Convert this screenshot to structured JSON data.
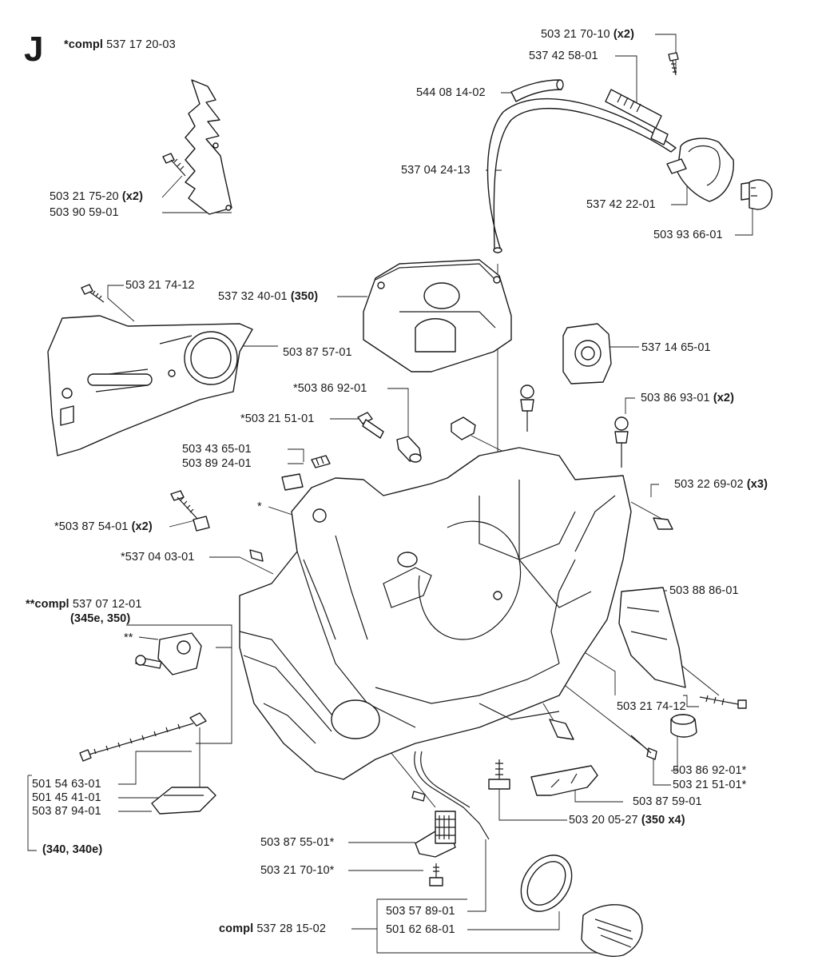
{
  "section_letter": "J",
  "header": {
    "prefix": "*compl",
    "number": "537 17 20-03"
  },
  "labels": {
    "l1": {
      "text": "503 21 70-10",
      "qty": "(x2)"
    },
    "l2": {
      "text": "537 42 58-01"
    },
    "l3": {
      "text": "544 08 14-02"
    },
    "l4": {
      "text": "537 04 24-13"
    },
    "l5": {
      "text": "537 42 22-01"
    },
    "l6": {
      "text": "503 93 66-01"
    },
    "l7": {
      "text": "503 21 75-20",
      "qty": "(x2)"
    },
    "l8": {
      "text": "503 90 59-01"
    },
    "l9": {
      "text": "503 21 74-12"
    },
    "l10": {
      "text": "537 32 40-01",
      "qty": "(350)"
    },
    "l11": {
      "text": "503 87 57-01"
    },
    "l12": {
      "text": "537 14 65-01"
    },
    "l13": {
      "text": "*503 86 92-01"
    },
    "l14": {
      "text": "*503 21 51-01"
    },
    "l15": {
      "text": "503 86 93-01",
      "qty": "(x2)"
    },
    "l16": {
      "text": "503 43 65-01"
    },
    "l17": {
      "text": "503 89 24-01"
    },
    "l18": {
      "text": "503 22 69-02",
      "qty": "(x3)"
    },
    "l19": {
      "text": "*"
    },
    "l20": {
      "text": "*503 87 54-01",
      "qty": "(x2)"
    },
    "l21": {
      "text": "*537 04 03-01"
    },
    "l22": {
      "text": "503 88 86-01"
    },
    "l23": {
      "prefix": "**compl",
      "text": "537 07 12-01"
    },
    "l24": {
      "qty": "(345e, 350)"
    },
    "l25": {
      "text": "**"
    },
    "l26": {
      "text": "503 21 74-12"
    },
    "l27": {
      "text": "503 86 92-01*"
    },
    "l28": {
      "text": "503 21 51-01*"
    },
    "l29": {
      "text": "501 54 63-01"
    },
    "l30": {
      "text": "501 45 41-01"
    },
    "l31": {
      "text": "503 87 94-01"
    },
    "l32": {
      "text": "503 87 59-01"
    },
    "l33": {
      "text": "503 20 05-27",
      "qty": "(350 x4)"
    },
    "l34": {
      "qty": "(340, 340e)"
    },
    "l35": {
      "text": "503 87 55-01*"
    },
    "l36": {
      "text": "503 21 70-10*"
    },
    "l37": {
      "text": "503 57 89-01"
    },
    "l38": {
      "prefix": "compl",
      "text": "537 28 15-02"
    },
    "l39": {
      "text": "501 62 68-01"
    }
  }
}
